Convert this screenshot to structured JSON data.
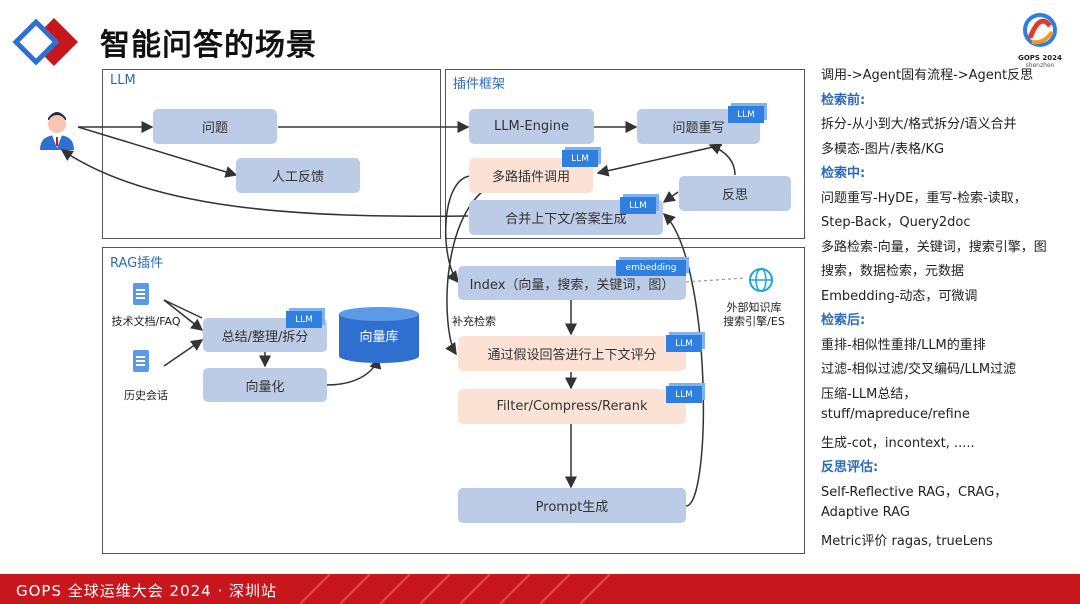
{
  "title": "智能问答的场景",
  "frames": {
    "llm": "LLM",
    "plugin": "插件框架",
    "rag": "RAG插件"
  },
  "boxes": {
    "question": "问题",
    "feedback": "人工反馈",
    "engine": "LLM-Engine",
    "rewrite": "问题重写",
    "multi": "多路插件调用",
    "reflect": "反思",
    "merge": "合并上下文/答案生成",
    "summarize": "总结/整理/拆分",
    "vectorize": "向量化",
    "vectordb": "向量库",
    "index": "Index（向量，搜索，关键词，图）",
    "hypo": "通过假设回答进行上下文评分",
    "filter": "Filter/Compress/Rerank",
    "prompt": "Prompt生成"
  },
  "tags": {
    "llm": "LLM",
    "embedding": "embedding"
  },
  "labels": {
    "doc1": "技术文档/FAQ",
    "doc2": "历史会话",
    "supplement": "补充检索",
    "external": [
      "外部知识库",
      "搜索引擎/ES"
    ]
  },
  "logo": {
    "text1": "GOPS 2024",
    "text2": "shenzhen"
  },
  "sidebar": [
    {
      "text": "调用->Agent固有流程->Agent反思",
      "head": false
    },
    {
      "text": "检索前:",
      "head": true
    },
    {
      "text": "拆分-从小到大/格式拆分/语义合并",
      "head": false
    },
    {
      "text": "多模态-图片/表格/KG",
      "head": false
    },
    {
      "text": "检索中:",
      "head": true
    },
    {
      "text": "问题重写-HyDE，重写-检索-读取，",
      "head": false
    },
    {
      "text": "Step-Back，Query2doc",
      "head": false
    },
    {
      "text": "多路检索-向量，关键词，搜索引擎，图",
      "head": false
    },
    {
      "text": "搜索，数据检索，元数据",
      "head": false
    },
    {
      "text": "Embedding-动态，可微调",
      "head": false
    },
    {
      "text": "检索后:",
      "head": true
    },
    {
      "text": "重排-相似性重排/LLM的重排",
      "head": false
    },
    {
      "text": "过滤-相似过滤/交叉编码/LLM过滤",
      "head": false
    },
    {
      "text": "压缩-LLM总结，",
      "head": false
    },
    {
      "text": "stuff/mapreduce/refine",
      "head": false
    },
    {
      "text": "生成-cot，incontext, .....",
      "head": false
    },
    {
      "text": "反思评估:",
      "head": true
    },
    {
      "text": "Self-Reflective RAG，CRAG，",
      "head": false
    },
    {
      "text": "Adaptive RAG",
      "head": false
    },
    {
      "text": "Metric评价 ragas, trueLens",
      "head": false
    }
  ],
  "footer": "GOPS 全球运维大会 2024 · 深圳站",
  "colors": {
    "accent": "#c8161d",
    "blue_box": "#bccbe6",
    "peach_box": "#fbe2d5",
    "tag": "#2f7fe0",
    "heading": "#2e6bb8"
  }
}
